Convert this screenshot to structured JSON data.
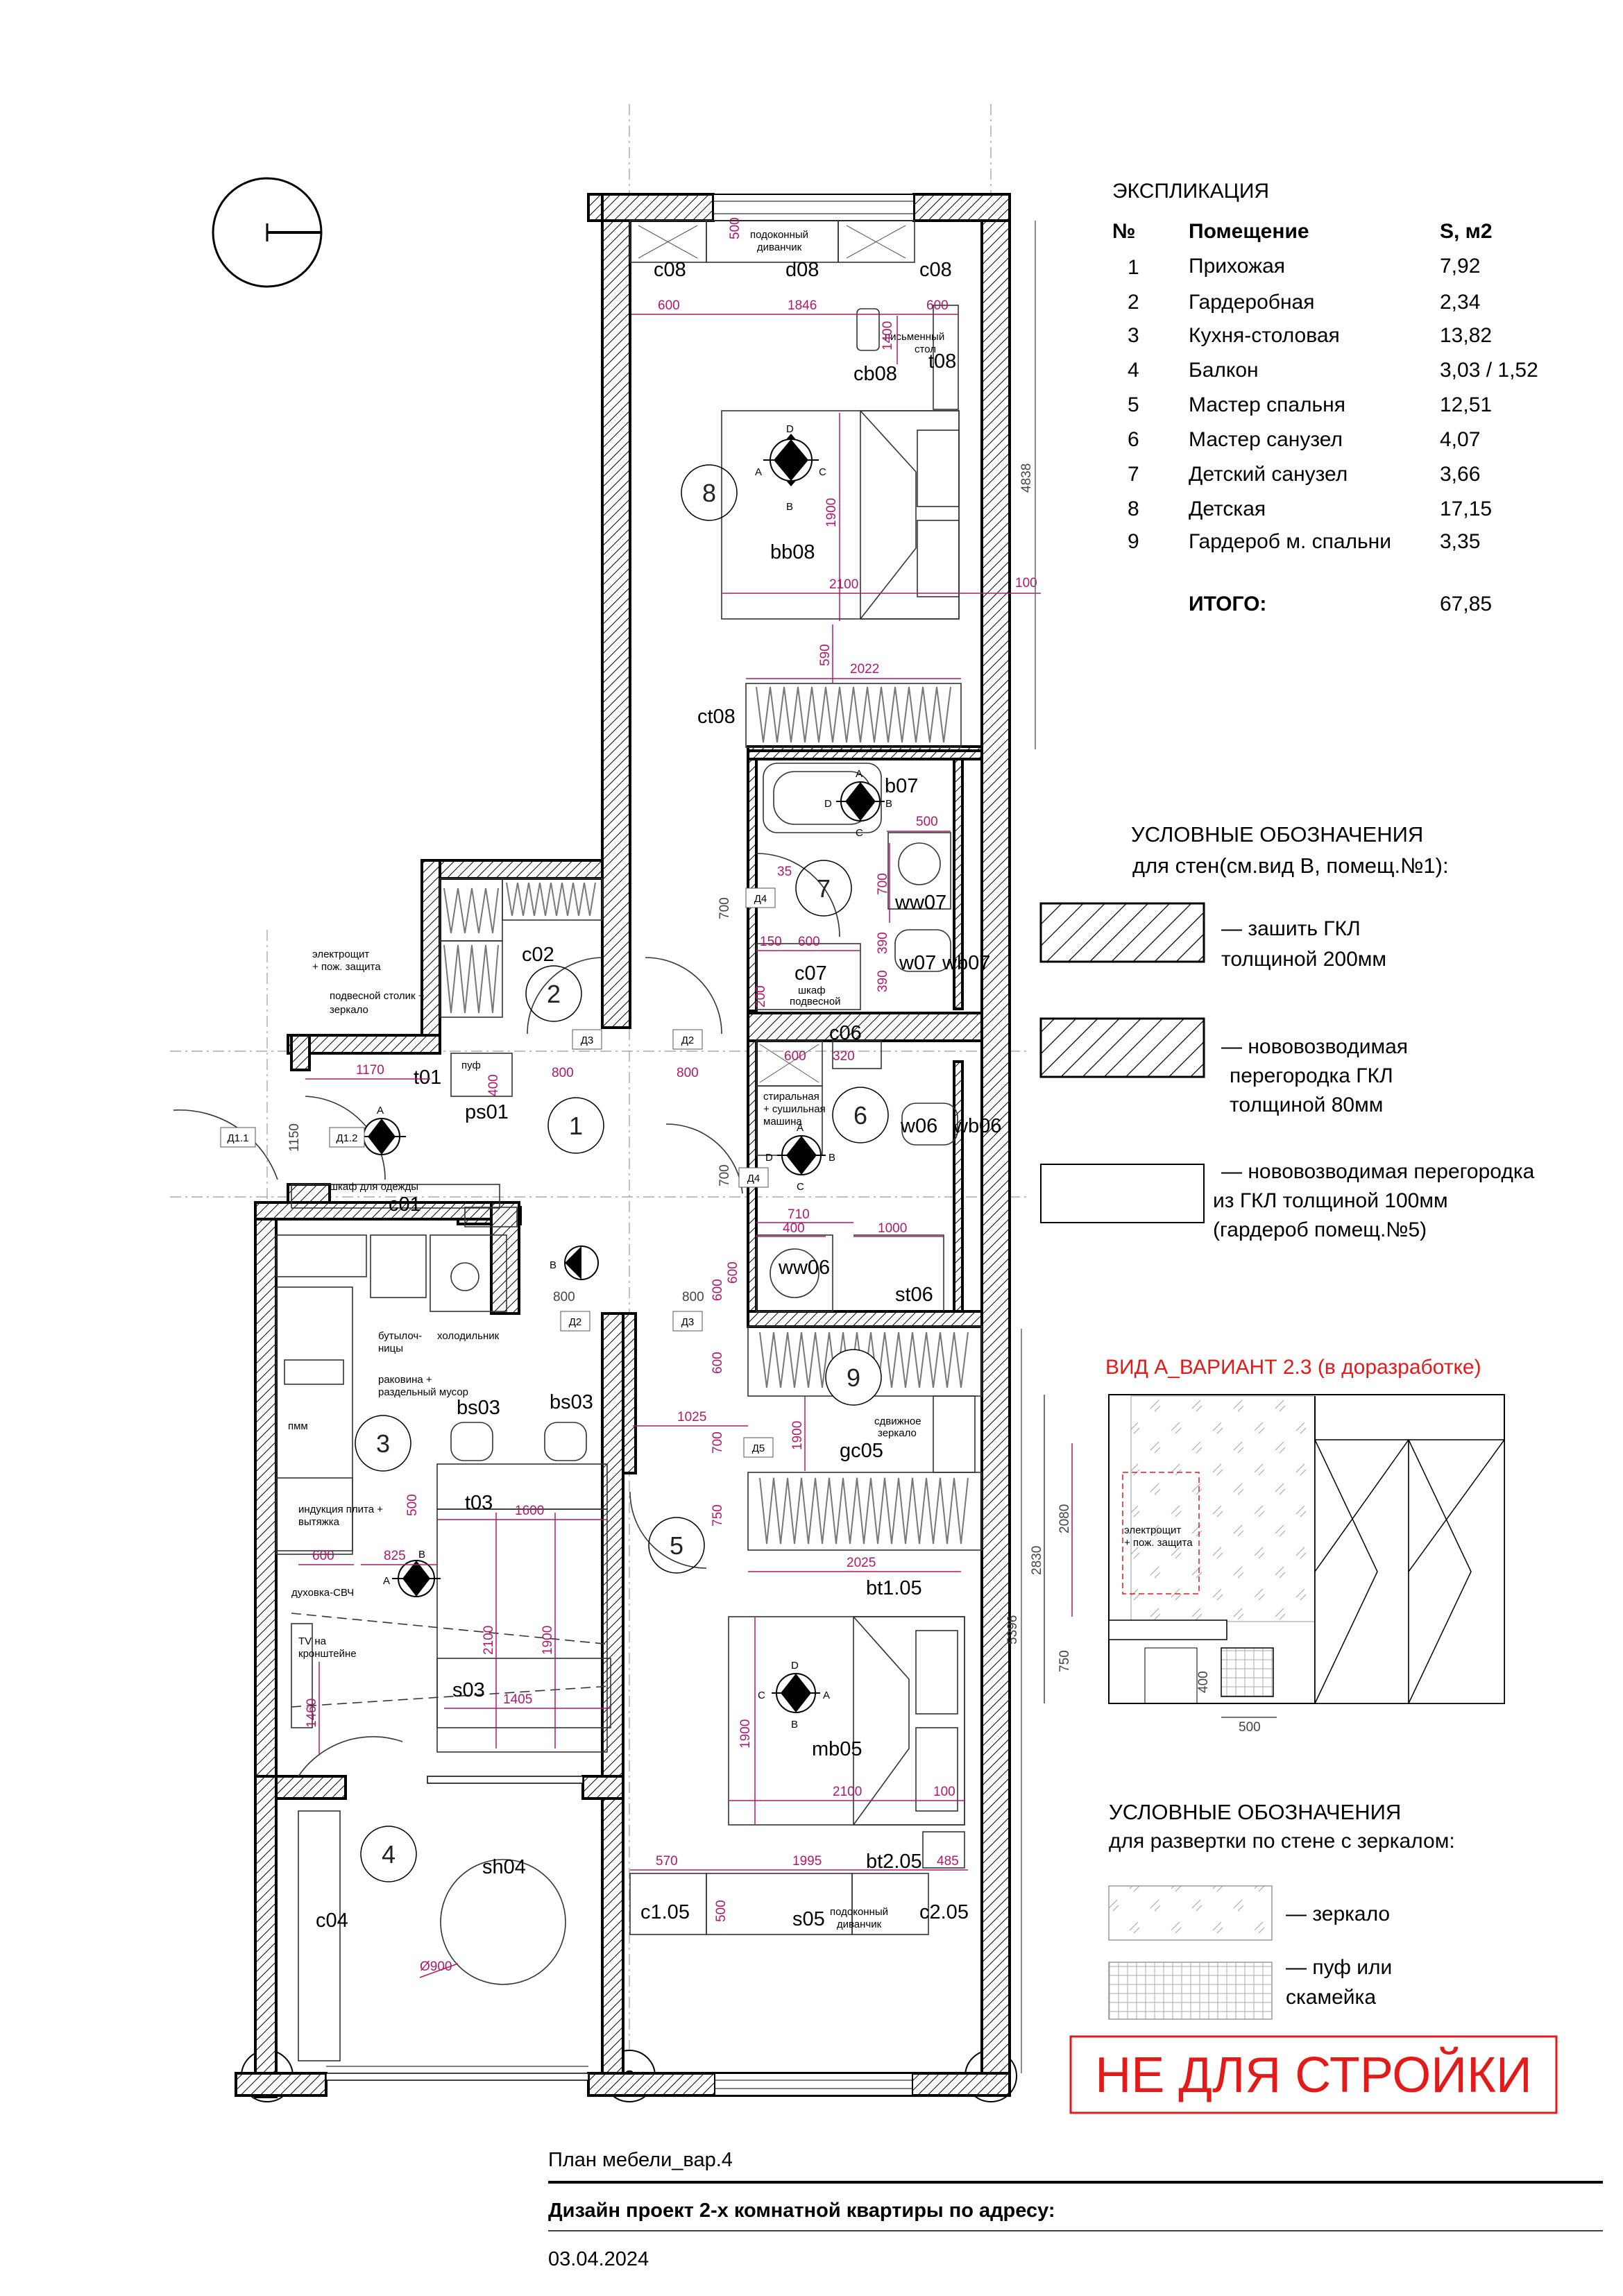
{
  "explication": {
    "title": "ЭКСПЛИКАЦИЯ",
    "headers": [
      "№",
      "Помещение",
      "S, м2"
    ],
    "rows": [
      [
        "1",
        "Прихожая",
        "7,92"
      ],
      [
        "2",
        "Гардеробная",
        "2,34"
      ],
      [
        "3",
        "Кухня-столовая",
        "13,82"
      ],
      [
        "4",
        "Балкон",
        "3,03 / 1,52"
      ],
      [
        "5",
        "Мастер спальня",
        "12,51"
      ],
      [
        "6",
        "Мастер санузел",
        "4,07"
      ],
      [
        "7",
        "Детский санузел",
        "3,66"
      ],
      [
        "8",
        "Детская",
        "17,15"
      ],
      [
        "9",
        "Гардероб м. спальни",
        "3,35"
      ]
    ],
    "total_label": "ИТОГО:",
    "total_value": "67,85"
  },
  "legend_walls": {
    "title": "УСЛОВНЫЕ ОБОЗНАЧЕНИЯ",
    "subtitle": "для стен(см.вид В, помещ.№1):",
    "items": [
      [
        "— зашить ГКЛ",
        "толщиной 200мм"
      ],
      [
        "— нововозводимая",
        "перегородка ГКЛ",
        "толщиной 80мм"
      ],
      [
        "— нововозводимая перегородка",
        "из ГКЛ толщиной 100мм",
        "(гардероб помещ.№5)"
      ]
    ]
  },
  "view_a": {
    "title": "ВИД А_ВАРИАНТ 2.3 (в доразработке)",
    "panel_label": [
      "электрощит",
      "+ пож. защита"
    ],
    "dims": [
      "2830",
      "2080",
      "750",
      "400",
      "500"
    ]
  },
  "legend_mirror": {
    "title": "УСЛОВНЫЕ ОБОЗНАЧЕНИЯ",
    "subtitle": "для развертки по стене с зеркалом:",
    "mirror": "— зеркало",
    "pouf": [
      "— пуф или",
      "скамейка"
    ]
  },
  "stamp": "НЕ ДЛЯ СТРОЙКИ",
  "footer": {
    "sheet": "План мебели_вар.4",
    "project": "Дизайн проект 2-х комнатной квартиры по адресу:",
    "date": "03.04.2024"
  },
  "axes": [
    "1",
    "2",
    "3"
  ],
  "plan": {
    "rooms": [
      "1",
      "2",
      "3",
      "4",
      "5",
      "6",
      "7",
      "8",
      "9"
    ],
    "furniture_labels": {
      "c08a": "c08",
      "d08": "d08",
      "c08b": "c08",
      "cb08": "cb08",
      "t08": "t08",
      "bb08": "bb08",
      "ct08": "ct08",
      "b07": "b07",
      "ww07": "ww07",
      "w07": "w07",
      "wb07": "wb07",
      "c07": "c07",
      "c06": "c06",
      "w06": "w06",
      "wb06": "wb06",
      "ww06": "ww06",
      "st06": "st06",
      "c02": "c02",
      "t01": "t01",
      "ps01": "ps01",
      "c01": "c01",
      "bs03a": "bs03",
      "bs03b": "bs03",
      "t03": "t03",
      "s03": "s03",
      "gc05": "gc05",
      "bt105": "bt1.05",
      "mb05": "mb05",
      "bt205": "bt2.05",
      "c105": "c1.05",
      "s05": "s05",
      "c205": "c2.05",
      "sh04": "sh04",
      "c04": "c04"
    },
    "notes": {
      "sill_top": [
        "подоконный",
        "диванчик"
      ],
      "sill_bottom": [
        "подоконный",
        "диванчик"
      ],
      "desk": [
        "письменный",
        "стол"
      ],
      "electro": [
        "электрощит",
        "+ пож. защита"
      ],
      "hanging_table": [
        "подвесной столик +",
        "зеркало"
      ],
      "pouf": "пуф",
      "wardrobe": "шкаф для одежды",
      "washer": [
        "стиральная",
        "+ сушильная",
        "машина"
      ],
      "cabinet_hanging": [
        "шкаф",
        "подвесной"
      ],
      "bottle": [
        "бутылоч-",
        "ницы"
      ],
      "fridge": "холодильник",
      "sink": [
        "раковина +",
        "раздельный мусор"
      ],
      "dishwasher": "пмм",
      "hob": [
        "индукция плита +",
        "вытяжка"
      ],
      "oven": "духовка-СВЧ",
      "tv": [
        "TV на",
        "кронштейне"
      ],
      "sliding_mirror": [
        "сдвижное",
        "зеркало"
      ],
      "diameter": "Ø900"
    },
    "doors": [
      "Д1.1",
      "Д1.2",
      "Д2",
      "Д3",
      "Д2",
      "Д3",
      "Д4",
      "Д4",
      "Д2",
      "Д3",
      "Д5"
    ],
    "view_markers": {
      "m1": [
        "A",
        "D",
        "C",
        "B"
      ],
      "m2": [
        "A",
        "B",
        "D",
        "C"
      ],
      "m3": [
        "A",
        "B",
        "C",
        "D"
      ],
      "m4": [
        "B",
        "A"
      ],
      "m5": [
        "D",
        "C",
        "A",
        "B"
      ],
      "entry": [
        "A"
      ],
      "b_marker": "B"
    },
    "dims": {
      "d600a": "600",
      "d1846": "1846",
      "d600b": "600",
      "d1400": "1400",
      "d500w": "500",
      "d1900a": "1900",
      "d2100a": "2100",
      "d100a": "100",
      "d4838": "4838",
      "d590": "590",
      "d2022": "2022",
      "d500b": "500",
      "d700a": "700",
      "d35": "35",
      "d700b": "700",
      "d390a": "390",
      "d150": "150",
      "d600c": "600",
      "d390b": "390",
      "d200": "200",
      "d600d": "600",
      "d320": "320",
      "d1170": "1170",
      "d800a": "800",
      "d800b": "800",
      "d400a": "400",
      "d1150": "1150",
      "d700c": "700",
      "d710": "710",
      "d400b": "400",
      "d1000": "1000",
      "d600e": "600",
      "d600f": "600",
      "d800c": "800",
      "d800d": "800",
      "d600g": "600",
      "d1025": "1025",
      "d700d": "700",
      "d1900b": "1900",
      "d750": "750",
      "d500c": "500",
      "d1600": "1600",
      "d600h": "600",
      "d825": "825",
      "d2100b": "2100",
      "d1900c": "1900",
      "d1405": "1405",
      "d1460": "1460",
      "d2025": "2025",
      "d5396": "5396",
      "d1900d": "1900",
      "d2100c": "2100",
      "d100b": "100",
      "d570": "570",
      "d1995": "1995",
      "d485": "485",
      "d500d": "500",
      "d600i": "600"
    }
  }
}
